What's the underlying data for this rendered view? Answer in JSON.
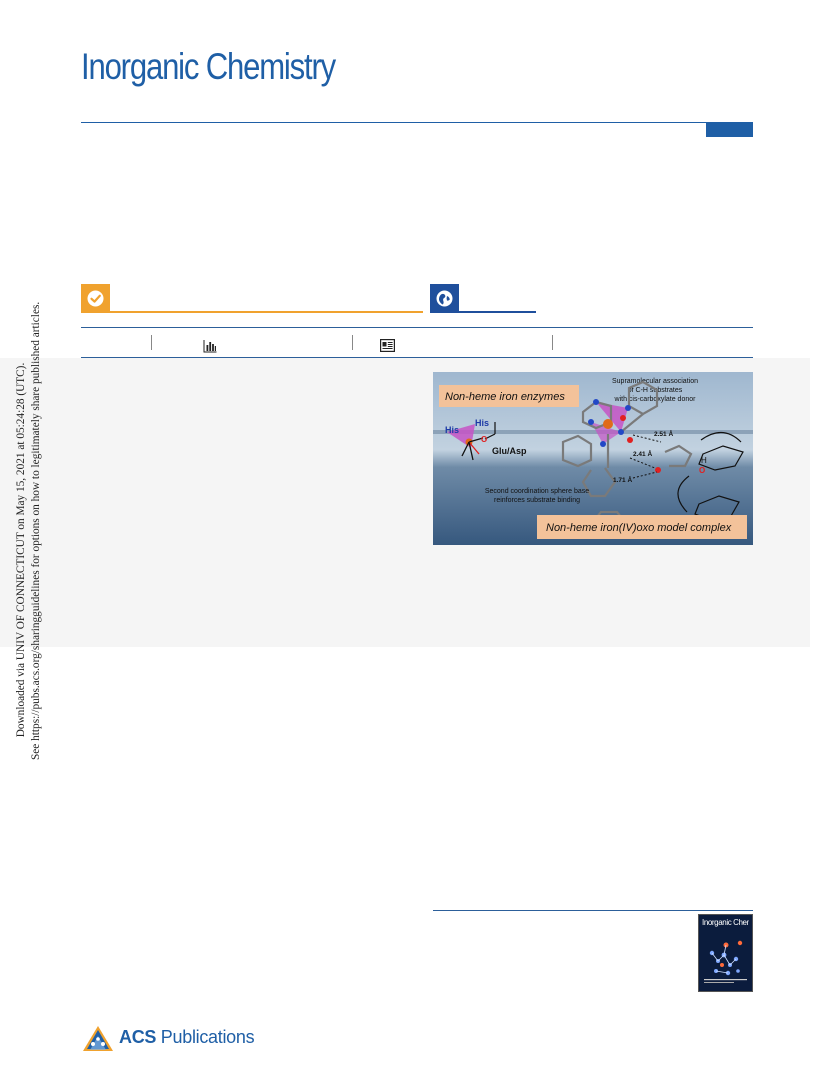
{
  "journal": {
    "title": "Inorganic Chemistry"
  },
  "sidebar": {
    "line1": "Downloaded via UNIV OF CONNECTICUT on May 15, 2021 at 05:24:28 (UTC).",
    "line2": "See https://pubs.acs.org/sharingguidelines for options on how to legitimately share published articles."
  },
  "toc_graphic": {
    "label_top": "Non-heme iron enzymes",
    "label_bottom": "Non-heme iron(IV)oxo model complex",
    "caption_top_line1": "Supramolecular association",
    "caption_top_line2": "of C-H substrates",
    "caption_top_line3": "with cis-carboxylate donor",
    "caption_mid_line1": "Second coordination sphere base",
    "caption_mid_line2": "reinforces substrate binding",
    "his1": "His",
    "his2": "His",
    "glu_asp": "Glu/Asp",
    "dist1": "2.51 Å",
    "dist2": "2.41 Å",
    "dist3": "1.71 Å",
    "atom_h": "H",
    "atom_o": "O"
  },
  "cover": {
    "title": "Inorganic Chemistry"
  },
  "footer": {
    "publisher_bold": "ACS",
    "publisher_rest": " Publications"
  },
  "colors": {
    "brand_blue": "#1f5fa6",
    "badge_orange": "#f0a22e",
    "badge_blue": "#1f4f9c",
    "abstract_band": "#f5f5f5"
  },
  "icons": {
    "badge_left": "check-circle-icon",
    "badge_right": "globe-icon",
    "metric_1": "bar-chart-icon",
    "metric_2": "article-icon"
  }
}
